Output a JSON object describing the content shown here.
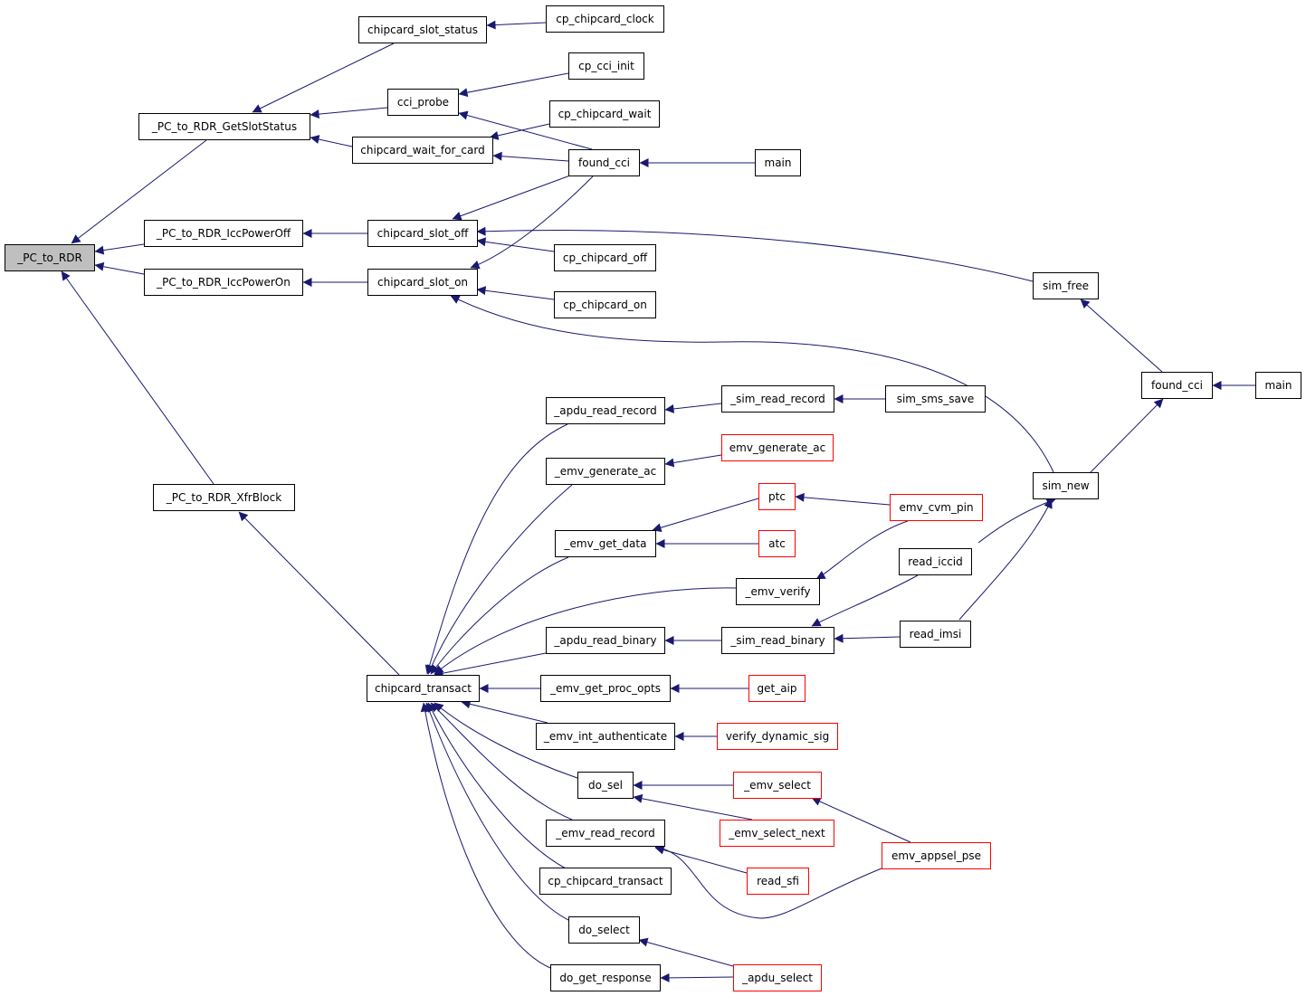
{
  "colors": {
    "edge": "#191970",
    "border_default": "#000000",
    "border_truncated": "#ff0000",
    "focus_fill": "#bfbfbf",
    "node_fill": "#ffffff"
  },
  "nodes": [
    {
      "id": "pc_to_rdr",
      "label": "_PC_to_RDR",
      "focus": true
    },
    {
      "id": "getslotstatus",
      "label": "_PC_to_RDR_GetSlotStatus"
    },
    {
      "id": "iccpoweroff",
      "label": "_PC_to_RDR_IccPowerOff"
    },
    {
      "id": "iccpoweron",
      "label": "_PC_to_RDR_IccPowerOn"
    },
    {
      "id": "xfrblock",
      "label": "_PC_to_RDR_XfrBlock"
    },
    {
      "id": "chipcard_slot_status",
      "label": "chipcard_slot_status"
    },
    {
      "id": "cci_probe",
      "label": "cci_probe"
    },
    {
      "id": "chipcard_wait_for_card",
      "label": "chipcard_wait_for_card"
    },
    {
      "id": "chipcard_slot_off",
      "label": "chipcard_slot_off"
    },
    {
      "id": "chipcard_slot_on",
      "label": "chipcard_slot_on"
    },
    {
      "id": "chipcard_transact",
      "label": "chipcard_transact"
    },
    {
      "id": "cp_chipcard_clock",
      "label": "cp_chipcard_clock"
    },
    {
      "id": "cp_cci_init",
      "label": "cp_cci_init"
    },
    {
      "id": "cp_chipcard_wait",
      "label": "cp_chipcard_wait"
    },
    {
      "id": "found_cci_1",
      "label": "found_cci"
    },
    {
      "id": "main_1",
      "label": "main"
    },
    {
      "id": "cp_chipcard_off",
      "label": "cp_chipcard_off"
    },
    {
      "id": "cp_chipcard_on",
      "label": "cp_chipcard_on"
    },
    {
      "id": "sim_free",
      "label": "sim_free"
    },
    {
      "id": "found_cci_2",
      "label": "found_cci"
    },
    {
      "id": "main_2",
      "label": "main"
    },
    {
      "id": "sim_new",
      "label": "sim_new"
    },
    {
      "id": "apdu_read_record",
      "label": "_apdu_read_record"
    },
    {
      "id": "sim_read_record",
      "label": "_sim_read_record"
    },
    {
      "id": "sim_sms_save",
      "label": "sim_sms_save"
    },
    {
      "id": "emv_generate_ac_1",
      "label": "_emv_generate_ac"
    },
    {
      "id": "emv_generate_ac_2",
      "label": "emv_generate_ac",
      "truncated": true
    },
    {
      "id": "ptc",
      "label": "ptc",
      "truncated": true
    },
    {
      "id": "emv_cvm_pin",
      "label": "emv_cvm_pin",
      "truncated": true
    },
    {
      "id": "emv_get_data",
      "label": "_emv_get_data"
    },
    {
      "id": "atc",
      "label": "atc",
      "truncated": true
    },
    {
      "id": "emv_verify",
      "label": "_emv_verify"
    },
    {
      "id": "read_iccid",
      "label": "read_iccid"
    },
    {
      "id": "apdu_read_binary",
      "label": "_apdu_read_binary"
    },
    {
      "id": "sim_read_binary",
      "label": "_sim_read_binary"
    },
    {
      "id": "read_imsi",
      "label": "read_imsi"
    },
    {
      "id": "emv_get_proc_opts",
      "label": "_emv_get_proc_opts"
    },
    {
      "id": "get_aip",
      "label": "get_aip",
      "truncated": true
    },
    {
      "id": "emv_int_authenticate",
      "label": "_emv_int_authenticate"
    },
    {
      "id": "verify_dynamic_sig",
      "label": "verify_dynamic_sig",
      "truncated": true
    },
    {
      "id": "do_sel",
      "label": "do_sel"
    },
    {
      "id": "emv_select",
      "label": "_emv_select",
      "truncated": true
    },
    {
      "id": "emv_select_next",
      "label": "_emv_select_next",
      "truncated": true
    },
    {
      "id": "emv_appsel_pse",
      "label": "emv_appsel_pse",
      "truncated": true
    },
    {
      "id": "emv_read_record",
      "label": "_emv_read_record"
    },
    {
      "id": "read_sfi",
      "label": "read_sfi",
      "truncated": true
    },
    {
      "id": "cp_chipcard_transact",
      "label": "cp_chipcard_transact"
    },
    {
      "id": "do_select",
      "label": "do_select"
    },
    {
      "id": "apdu_select",
      "label": "_apdu_select",
      "truncated": true
    },
    {
      "id": "do_get_response",
      "label": "do_get_response"
    }
  ],
  "edges": [
    {
      "from": "getslotstatus",
      "to": "pc_to_rdr"
    },
    {
      "from": "iccpoweroff",
      "to": "pc_to_rdr"
    },
    {
      "from": "iccpoweron",
      "to": "pc_to_rdr"
    },
    {
      "from": "xfrblock",
      "to": "pc_to_rdr"
    },
    {
      "from": "chipcard_slot_status",
      "to": "getslotstatus"
    },
    {
      "from": "cci_probe",
      "to": "getslotstatus"
    },
    {
      "from": "chipcard_wait_for_card",
      "to": "getslotstatus"
    },
    {
      "from": "chipcard_slot_off",
      "to": "iccpoweroff"
    },
    {
      "from": "chipcard_slot_on",
      "to": "iccpoweron"
    },
    {
      "from": "chipcard_transact",
      "to": "xfrblock"
    },
    {
      "from": "cp_chipcard_clock",
      "to": "chipcard_slot_status"
    },
    {
      "from": "cp_cci_init",
      "to": "cci_probe"
    },
    {
      "from": "found_cci_1",
      "to": "cci_probe"
    },
    {
      "from": "cp_chipcard_wait",
      "to": "chipcard_wait_for_card"
    },
    {
      "from": "found_cci_1",
      "to": "chipcard_wait_for_card"
    },
    {
      "from": "main_1",
      "to": "found_cci_1"
    },
    {
      "from": "found_cci_1",
      "to": "chipcard_slot_off"
    },
    {
      "from": "cp_chipcard_off",
      "to": "chipcard_slot_off"
    },
    {
      "from": "sim_free",
      "to": "chipcard_slot_off"
    },
    {
      "from": "found_cci_1",
      "to": "chipcard_slot_on"
    },
    {
      "from": "cp_chipcard_on",
      "to": "chipcard_slot_on"
    },
    {
      "from": "sim_new",
      "to": "chipcard_slot_on"
    },
    {
      "from": "found_cci_2",
      "to": "sim_free"
    },
    {
      "from": "main_2",
      "to": "found_cci_2"
    },
    {
      "from": "sim_new",
      "to": "found_cci_2"
    },
    {
      "from": "read_iccid",
      "to": "sim_new"
    },
    {
      "from": "read_imsi",
      "to": "sim_new"
    },
    {
      "from": "apdu_read_record",
      "to": "chipcard_transact"
    },
    {
      "from": "emv_generate_ac_1",
      "to": "chipcard_transact"
    },
    {
      "from": "emv_get_data",
      "to": "chipcard_transact"
    },
    {
      "from": "emv_verify",
      "to": "chipcard_transact"
    },
    {
      "from": "apdu_read_binary",
      "to": "chipcard_transact"
    },
    {
      "from": "emv_get_proc_opts",
      "to": "chipcard_transact"
    },
    {
      "from": "emv_int_authenticate",
      "to": "chipcard_transact"
    },
    {
      "from": "do_sel",
      "to": "chipcard_transact"
    },
    {
      "from": "emv_read_record",
      "to": "chipcard_transact"
    },
    {
      "from": "cp_chipcard_transact",
      "to": "chipcard_transact"
    },
    {
      "from": "do_select",
      "to": "chipcard_transact"
    },
    {
      "from": "do_get_response",
      "to": "chipcard_transact"
    },
    {
      "from": "sim_read_record",
      "to": "apdu_read_record"
    },
    {
      "from": "sim_sms_save",
      "to": "sim_read_record"
    },
    {
      "from": "emv_generate_ac_2",
      "to": "emv_generate_ac_1"
    },
    {
      "from": "ptc",
      "to": "emv_get_data"
    },
    {
      "from": "atc",
      "to": "emv_get_data"
    },
    {
      "from": "emv_cvm_pin",
      "to": "ptc"
    },
    {
      "from": "emv_cvm_pin",
      "to": "emv_verify"
    },
    {
      "from": "sim_read_binary",
      "to": "apdu_read_binary"
    },
    {
      "from": "read_iccid",
      "to": "sim_read_binary"
    },
    {
      "from": "read_imsi",
      "to": "sim_read_binary"
    },
    {
      "from": "get_aip",
      "to": "emv_get_proc_opts"
    },
    {
      "from": "verify_dynamic_sig",
      "to": "emv_int_authenticate"
    },
    {
      "from": "emv_select",
      "to": "do_sel"
    },
    {
      "from": "emv_select_next",
      "to": "do_sel"
    },
    {
      "from": "emv_appsel_pse",
      "to": "emv_select"
    },
    {
      "from": "read_sfi",
      "to": "emv_read_record"
    },
    {
      "from": "emv_appsel_pse",
      "to": "emv_read_record"
    },
    {
      "from": "apdu_select",
      "to": "do_select"
    },
    {
      "from": "apdu_select",
      "to": "do_get_response"
    }
  ]
}
